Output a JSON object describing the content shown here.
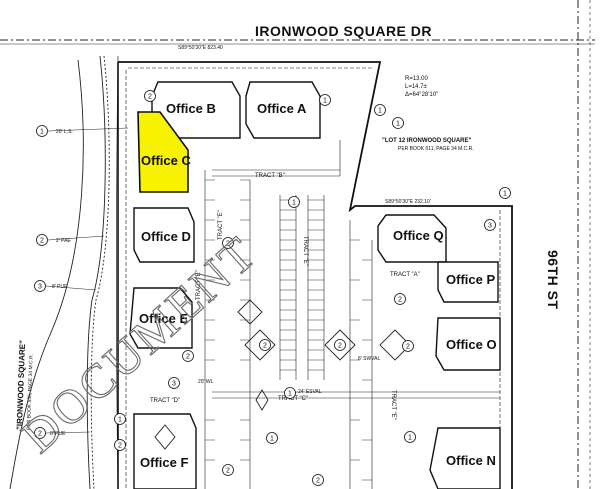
{
  "streets": {
    "north": "IRONWOOD SQUARE DR",
    "east": "96TH ST",
    "west_note": "\"IRONWOOD SQUARE\"",
    "west_note2": "PER BOOK 536, PAGE 34 M.C.R."
  },
  "lot": {
    "title": "\"LOT 12 IRONWOOD SQUARE\"",
    "subtitle": "PER BOOK 511, PAGE 34 M.C.R."
  },
  "curve_data": [
    "R=13.00",
    "L=14.7±",
    "Δ=64°28'10\""
  ],
  "bearings": {
    "top": "S89°50'30\"E  823.40",
    "mid": "S89°50'30\"E  232.10'"
  },
  "offices": [
    {
      "id": "A",
      "label": "Office A",
      "highlight": false
    },
    {
      "id": "B",
      "label": "Office B",
      "highlight": false
    },
    {
      "id": "C",
      "label": "Office C",
      "highlight": true
    },
    {
      "id": "D",
      "label": "Office D",
      "highlight": false
    },
    {
      "id": "E",
      "label": "Office E",
      "highlight": false
    },
    {
      "id": "F",
      "label": "Office F",
      "highlight": false
    },
    {
      "id": "N",
      "label": "Office N",
      "highlight": false
    },
    {
      "id": "O",
      "label": "Office O",
      "highlight": false
    },
    {
      "id": "P",
      "label": "Office P",
      "highlight": false
    },
    {
      "id": "Q",
      "label": "Office Q",
      "highlight": false
    }
  ],
  "tracts": [
    "TRACT \"B\"",
    "TRACT \"E\"",
    "TRACT \"E\"",
    "TRACT \"A\"",
    "TRACT \"D\"",
    "TRACT \"C\"",
    "TRACT \"E\"",
    "TRACT \"E\""
  ],
  "easements": [
    "20' L.S.",
    "2' PAE",
    "8' PUE",
    "8' PUE",
    "20' WL",
    "24' ESVAL",
    "8' SWVAL"
  ],
  "markers": [
    "1",
    "2",
    "3",
    "2",
    "2",
    "1",
    "1",
    "1",
    "2",
    "1",
    "2",
    "3",
    "1",
    "2",
    "2",
    "2",
    "1",
    "1",
    "3",
    "2",
    "1",
    "2",
    "1",
    "2",
    "2"
  ],
  "watermark": "DOCUMENT",
  "colors": {
    "highlight": "#f6f200",
    "ink": "#111111",
    "watermark": "#6a6a6a"
  }
}
